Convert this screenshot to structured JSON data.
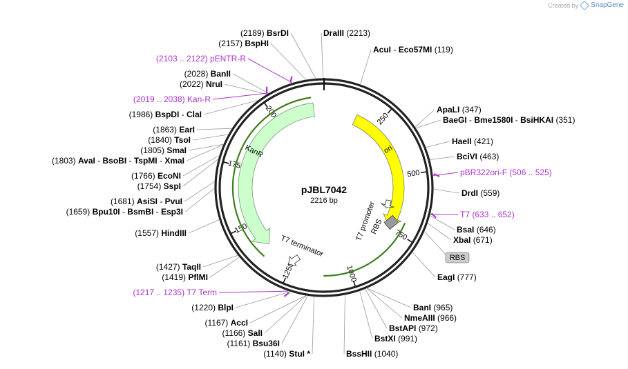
{
  "credit": {
    "prefix": "Created by",
    "brand": "SnapGene"
  },
  "plasmid": {
    "name": "pJBL7042",
    "size_label": "2216 bp",
    "length": 2216
  },
  "ticks": [
    {
      "pos": 250,
      "label": "250"
    },
    {
      "pos": 500,
      "label": "500"
    },
    {
      "pos": 750,
      "label": "750"
    },
    {
      "pos": 1000,
      "label": "1000"
    },
    {
      "pos": 1250,
      "label": "1250"
    },
    {
      "pos": 1500,
      "label": "1500"
    },
    {
      "pos": 1750,
      "label": "1750"
    },
    {
      "pos": 2000,
      "label": "2000"
    }
  ],
  "features": [
    {
      "name": "ori",
      "start": 150,
      "end": 740,
      "direction": "cw",
      "color": "#ffff00"
    },
    {
      "name": "KanR",
      "start": 1380,
      "end": 2170,
      "direction": "ccw",
      "color": "#ccffcc"
    },
    {
      "name": "T7 promoter",
      "start": 633,
      "end": 652,
      "direction": "cw",
      "color": "#ffffff"
    },
    {
      "name": "RBS",
      "start": 690,
      "end": 715,
      "color": "#aaaaaa"
    },
    {
      "name": "T7 terminator",
      "start": 1340,
      "end": 1385,
      "direction": "ccw",
      "color": "#ffffff"
    }
  ],
  "colors": {
    "primer": "#aa33cc",
    "enzyme": "#000000",
    "backbone": "#222222",
    "outline_green": "#3e7d1a",
    "leader": "#999999"
  },
  "enzymes_right": [
    {
      "pos": "(2213)",
      "names": [
        "DraIII"
      ],
      "site": 2213
    },
    {
      "pos": "(119)",
      "names": [
        "AcuI",
        "Eco57MI"
      ],
      "site": 119
    },
    {
      "pos": "(347)",
      "names": [
        "ApaLI"
      ],
      "site": 347
    },
    {
      "pos": "(351)",
      "names": [
        "BaeGI",
        "Bme1580I",
        "BsiHKAI"
      ],
      "site": 351
    },
    {
      "pos": "(421)",
      "names": [
        "HaeII"
      ],
      "site": 421
    },
    {
      "pos": "(463)",
      "names": [
        "BciVI"
      ],
      "site": 463
    },
    {
      "pos": "(506 .. 525)",
      "names": [
        "pBR322ori-F"
      ],
      "site": 515,
      "primer": true
    },
    {
      "pos": "(559)",
      "names": [
        "DrdI"
      ],
      "site": 559
    },
    {
      "pos": "(633 .. 652)",
      "names": [
        "T7"
      ],
      "site": 642,
      "primer": true
    },
    {
      "pos": "(646)",
      "names": [
        "BsaI"
      ],
      "site": 646
    },
    {
      "pos": "(671)",
      "names": [
        "XbaI"
      ],
      "site": 671
    },
    {
      "pos": "",
      "names": [
        "RBS"
      ],
      "site": 700,
      "badge": true
    },
    {
      "pos": "(777)",
      "names": [
        "EagI"
      ],
      "site": 777
    },
    {
      "pos": "(965)",
      "names": [
        "BanI"
      ],
      "site": 965
    },
    {
      "pos": "(966)",
      "names": [
        "NmeAIII"
      ],
      "site": 966
    },
    {
      "pos": "(972)",
      "names": [
        "BstAPI"
      ],
      "site": 972
    },
    {
      "pos": "(991)",
      "names": [
        "BstXI"
      ],
      "site": 991
    },
    {
      "pos": "(1040)",
      "names": [
        "BssHII"
      ],
      "site": 1040
    }
  ],
  "enzymes_left": [
    {
      "pos": "(2189)",
      "names": [
        "BsrDI"
      ],
      "site": 2189
    },
    {
      "pos": "(2157)",
      "names": [
        "BspHI"
      ],
      "site": 2157
    },
    {
      "pos": "(2103 .. 2122)",
      "names": [
        "pENTR-R"
      ],
      "site": 2112,
      "primer": true
    },
    {
      "pos": "(2028)",
      "names": [
        "BanII"
      ],
      "site": 2028
    },
    {
      "pos": "(2022)",
      "names": [
        "NruI"
      ],
      "site": 2022
    },
    {
      "pos": "(2019 .. 2038)",
      "names": [
        "Kan-R"
      ],
      "site": 2029,
      "primer": true
    },
    {
      "pos": "(1986)",
      "names": [
        "BspDI",
        "ClaI"
      ],
      "site": 1986
    },
    {
      "pos": "(1863)",
      "names": [
        "EarI"
      ],
      "site": 1863
    },
    {
      "pos": "(1840)",
      "names": [
        "TsoI"
      ],
      "site": 1840
    },
    {
      "pos": "(1805)",
      "names": [
        "SmaI"
      ],
      "site": 1805
    },
    {
      "pos": "(1803)",
      "names": [
        "AvaI",
        "BsoBI",
        "TspMI",
        "XmaI"
      ],
      "site": 1803
    },
    {
      "pos": "(1766)",
      "names": [
        "EcoNI"
      ],
      "site": 1766
    },
    {
      "pos": "(1754)",
      "names": [
        "SspI"
      ],
      "site": 1754
    },
    {
      "pos": "(1681)",
      "names": [
        "AsiSI",
        "PvuI"
      ],
      "site": 1681
    },
    {
      "pos": "(1659)",
      "names": [
        "Bpu10I",
        "BsmBI",
        "Esp3I"
      ],
      "site": 1659
    },
    {
      "pos": "(1557)",
      "names": [
        "HindIII"
      ],
      "site": 1557
    },
    {
      "pos": "(1427)",
      "names": [
        "TaqII"
      ],
      "site": 1427
    },
    {
      "pos": "(1419)",
      "names": [
        "PflMI"
      ],
      "site": 1419
    },
    {
      "pos": "(1217 .. 1235)",
      "names": [
        "T7 Term"
      ],
      "site": 1226,
      "primer": true
    },
    {
      "pos": "(1220)",
      "names": [
        "BlpI"
      ],
      "site": 1220
    },
    {
      "pos": "(1167)",
      "names": [
        "AccI"
      ],
      "site": 1167
    },
    {
      "pos": "(1166)",
      "names": [
        "SalI"
      ],
      "site": 1166
    },
    {
      "pos": "(1161)",
      "names": [
        "Bsu36I"
      ],
      "site": 1161
    },
    {
      "pos": "(1140)",
      "names": [
        "StuI *"
      ],
      "site": 1140
    }
  ]
}
